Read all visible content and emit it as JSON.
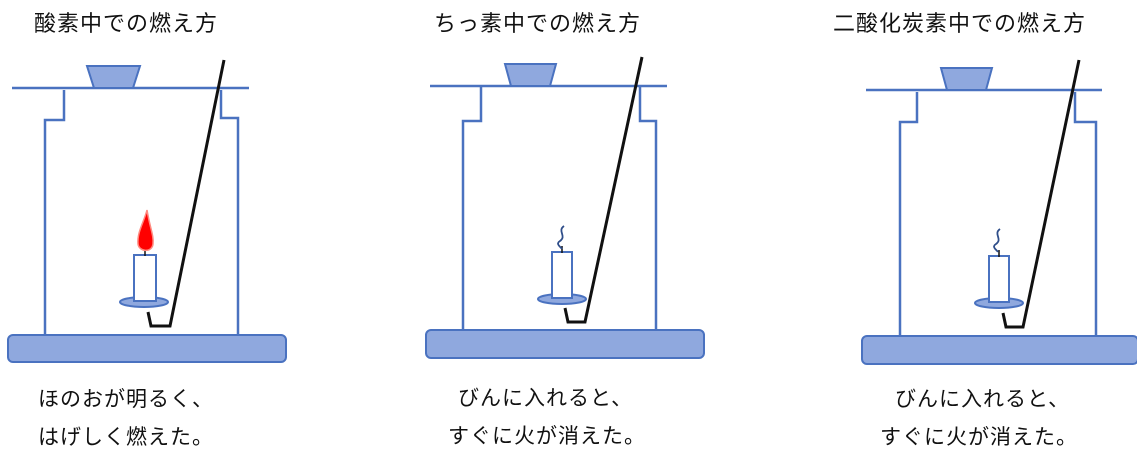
{
  "colors": {
    "line": "#4a72c0",
    "fill": "#8fa8de",
    "wire": "#111111",
    "flame": "#ff0000",
    "flame_edge": "#ff8a80",
    "smoke": "#2f4e8a"
  },
  "panels": [
    {
      "title": "酸素中での燃え方",
      "caption": [
        "ほのおが明るく、",
        "はげしく燃えた。"
      ],
      "state": "flame"
    },
    {
      "title": "ちっ素中での燃え方",
      "caption": [
        "びんに入れると、",
        "すぐに火が消えた。"
      ],
      "state": "smoke"
    },
    {
      "title": "二酸化炭素中での燃え方",
      "caption": [
        "びんに入れると、",
        "すぐに火が消えた。"
      ],
      "state": "smoke"
    }
  ]
}
